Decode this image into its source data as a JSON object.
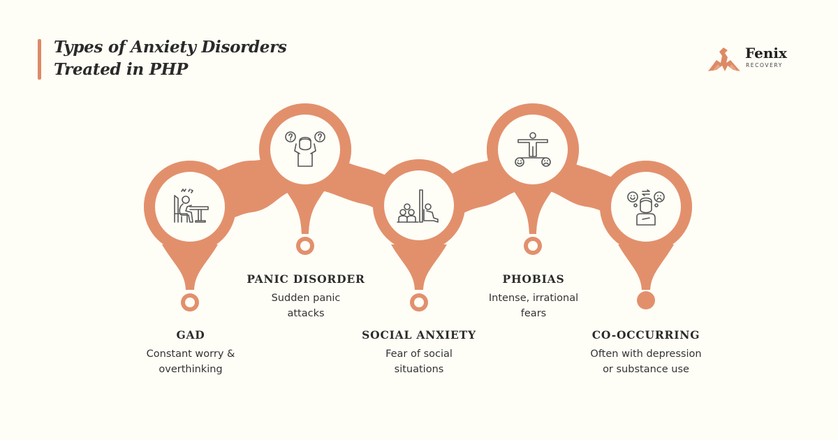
{
  "header": {
    "title_line1": "Types of Anxiety Disorders",
    "title_line2": "Treated in PHP",
    "accent_color": "#dd8a66"
  },
  "logo": {
    "name": "Fenix",
    "subtitle": "RECOVERY",
    "icon": "phoenix-icon"
  },
  "colors": {
    "background": "#fefdf6",
    "chain": "#e2906c",
    "circle_fill": "#fefdf6",
    "icon_stroke": "#555555",
    "text": "#2b2b2b"
  },
  "items": [
    {
      "title": "GAD",
      "description_line1": "Constant worry &",
      "description_line2": "overthinking",
      "icon": "stressed-person-at-desk-icon",
      "position": "low"
    },
    {
      "title": "PANIC DISORDER",
      "description_line1": "Sudden panic",
      "description_line2": "attacks",
      "icon": "person-holding-head-question-marks-icon",
      "position": "high"
    },
    {
      "title": "SOCIAL ANXIETY",
      "description_line1": "Fear of social",
      "description_line2": "situations",
      "icon": "isolated-person-behind-wall-icon",
      "position": "low"
    },
    {
      "title": "PHOBIAS",
      "description_line1": "Intense, irrational",
      "description_line2": "fears",
      "icon": "person-balancing-emotions-icon",
      "position": "high"
    },
    {
      "title": "CO-OCCURRING",
      "description_line1": "Often with depression",
      "description_line2": "or substance use",
      "icon": "person-mood-swings-icon",
      "position": "low"
    }
  ]
}
